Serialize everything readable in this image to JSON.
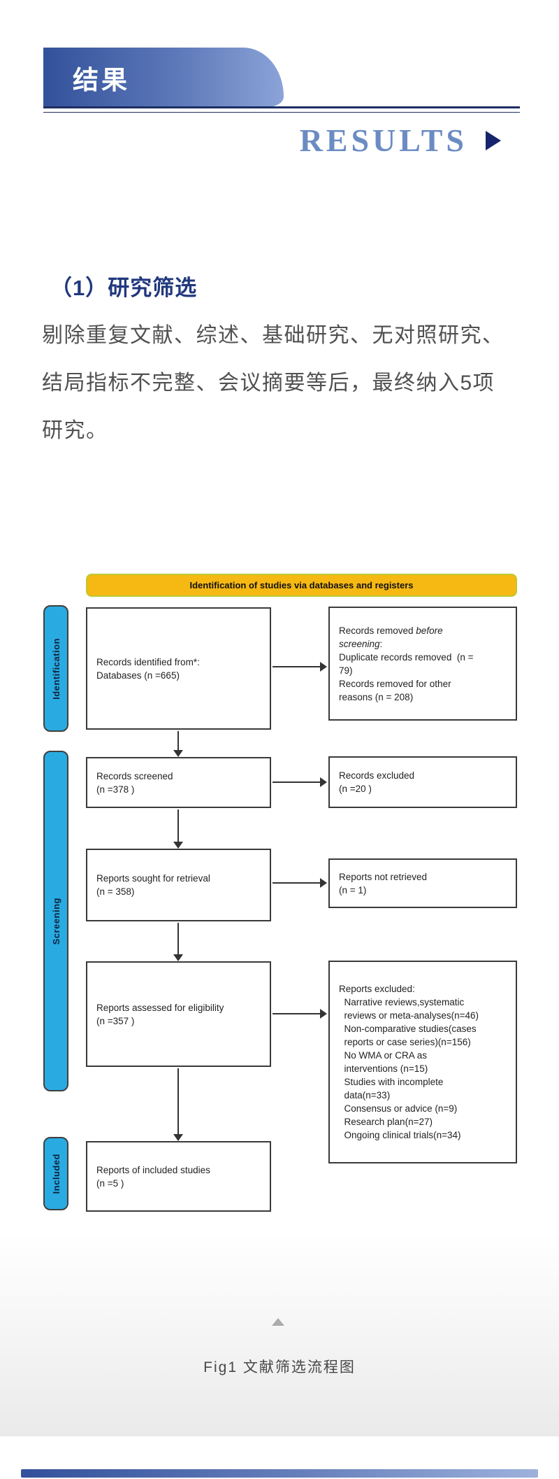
{
  "header": {
    "banner_title": "结果",
    "results_label": "RESULTS",
    "results_arrow_icon": "play-triangle-right"
  },
  "section": {
    "heading": "（1）研究筛选",
    "paragraph": "剔除重复文献、综述、基础研究、无对照研究、\n结局指标不完整、会议摘要等后，最终纳入5项\n研究。"
  },
  "flowchart": {
    "title": "Identification of studies via databases and registers",
    "stage_labels": [
      "Identification",
      "Screening",
      "Included"
    ],
    "boxes": {
      "records_identified": "Records identified from*:\nDatabases (n =665)",
      "records_removed_pre": "Records removed ",
      "records_removed_italic": "before\nscreening",
      "records_removed_post": ":\nDuplicate records removed  (n =\n79)\nRecords removed for other\nreasons (n = 208)",
      "records_screened": "Records screened\n(n =378 )",
      "records_excluded": "Records excluded\n(n =20 )",
      "reports_sought": "Reports sought for retrieval\n(n = 358)",
      "reports_not_retrieved": "Reports not retrieved\n(n = 1)",
      "reports_assessed": "Reports assessed for eligibility\n(n =357 )",
      "reports_excluded": "Reports excluded:\n  Narrative reviews,systematic\n  reviews or meta-analyses(n=46)\n  Non-comparative studies(cases\n  reports or case series)(n=156)\n  No WMA or CRA as\n  interventions (n=15)\n  Studies with incomplete\n  data(n=33)\n  Consensus or advice (n=9)\n  Research plan(n=27)\n  Ongoing clinical trials(n=34)",
      "reports_included": "Reports of included studies\n(n =5 )"
    }
  },
  "figure": {
    "caption": "Fig1 文献筛选流程图",
    "collapse_icon": "triangle-up"
  },
  "colors": {
    "banner_gradient_start": "#33519B",
    "banner_gradient_end": "#8BA3D8",
    "rule": "#1D2D63",
    "results_text": "#6B8BC3",
    "results_arrow": "#16256B",
    "heading_text": "#21387D",
    "body_text": "#515151",
    "stage_tag_fill": "#29ABE2",
    "flow_header_fill": "#F6B812",
    "flow_header_border": "#BCCA33",
    "box_border": "#3A3A3A",
    "arrow": "#333333",
    "caption_text": "#474747",
    "collapse_triangle": "#ABABAB"
  }
}
